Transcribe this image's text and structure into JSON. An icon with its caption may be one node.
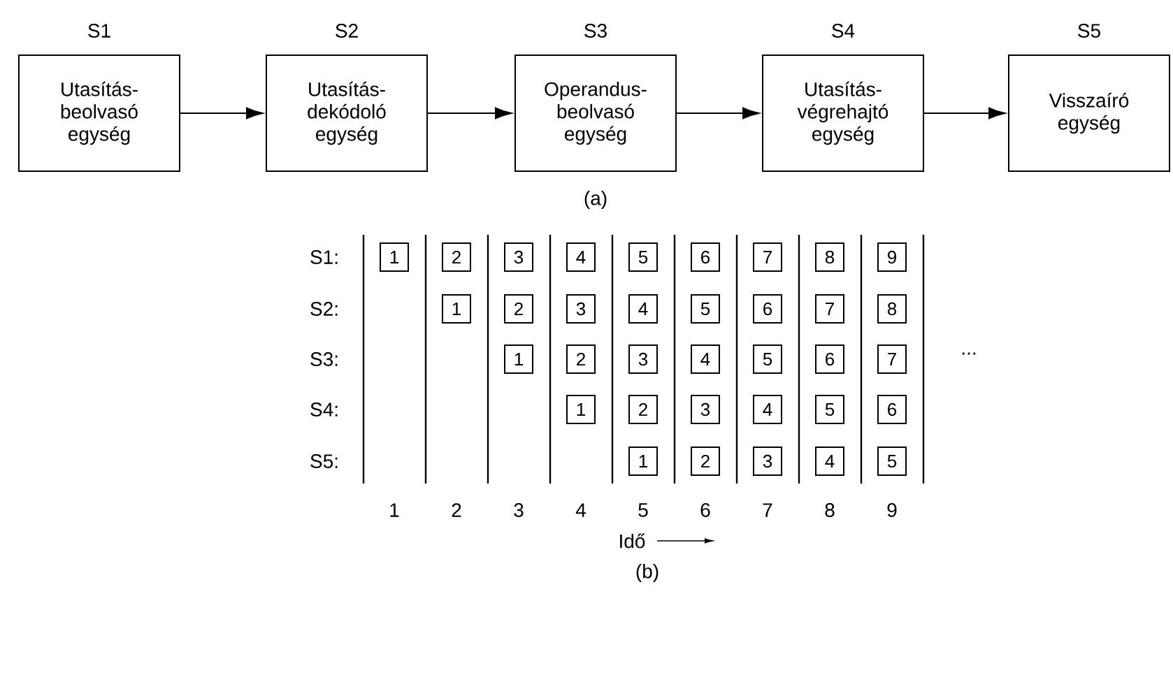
{
  "diagram": {
    "nodes": [
      {
        "text": [
          "S1",
          "Utasítás-beolvasó egység"
        ]
      },
      {
        "text": [
          "S2",
          "Utasítás-dekódoló egység"
        ]
      },
      {
        "text": [
          "S3",
          "Operandus-beolvasó egység"
        ]
      },
      {
        "text": [
          "S4",
          "Utasítás-végrehajtó egység"
        ]
      },
      {
        "text": [
          "S5",
          "Visszaíró egység"
        ]
      },
      {
        "text": [
          "1"
        ]
      },
      {
        "text": [
          "2"
        ]
      },
      {
        "text": [
          "3"
        ]
      },
      {
        "text": [
          "4"
        ]
      },
      {
        "text": [
          "5"
        ]
      },
      {
        "text": [
          "6"
        ]
      },
      {
        "text": [
          "7"
        ]
      },
      {
        "text": [
          "8"
        ]
      },
      {
        "text": [
          "9"
        ]
      },
      {
        "text": [
          "1"
        ]
      },
      {
        "text": [
          "2"
        ]
      },
      {
        "text": [
          "3"
        ]
      },
      {
        "text": [
          "4"
        ]
      },
      {
        "text": [
          "5"
        ]
      },
      {
        "text": [
          "6"
        ]
      },
      {
        "text": [
          "7"
        ]
      },
      {
        "text": [
          "8"
        ]
      },
      {
        "text": [
          "1"
        ]
      },
      {
        "text": [
          "2"
        ]
      },
      {
        "text": [
          "3"
        ]
      },
      {
        "text": [
          "4"
        ]
      },
      {
        "text": [
          "5"
        ]
      },
      {
        "text": [
          "6"
        ]
      },
      {
        "text": [
          "7"
        ]
      },
      {
        "text": [
          "1"
        ]
      },
      {
        "text": [
          "2"
        ]
      },
      {
        "text": [
          "3"
        ]
      },
      {
        "text": [
          "4"
        ]
      },
      {
        "text": [
          "5"
        ]
      },
      {
        "text": [
          "6"
        ]
      },
      {
        "text": [
          "1"
        ]
      },
      {
        "text": [
          "2"
        ]
      },
      {
        "text": [
          "3"
        ]
      },
      {
        "text": [
          "4"
        ]
      },
      {
        "text": [
          "5"
        ]
      }
    ],
    "edges": [
      {
        "from": 0,
        "to": 1,
        "arrow": "to"
      },
      {
        "from": 1,
        "to": 2,
        "arrow": "to"
      },
      {
        "from": 2,
        "to": 3,
        "arrow": "to"
      },
      {
        "from": 3,
        "to": 4,
        "arrow": "to"
      }
    ],
    "labels": [
      "(a)",
      "S1:",
      "S2:",
      "S3:",
      "S4:",
      "S5:",
      "...",
      "1",
      "2",
      "3",
      "4",
      "5",
      "6",
      "7",
      "8",
      "9",
      "Idő",
      "(b)"
    ]
  }
}
